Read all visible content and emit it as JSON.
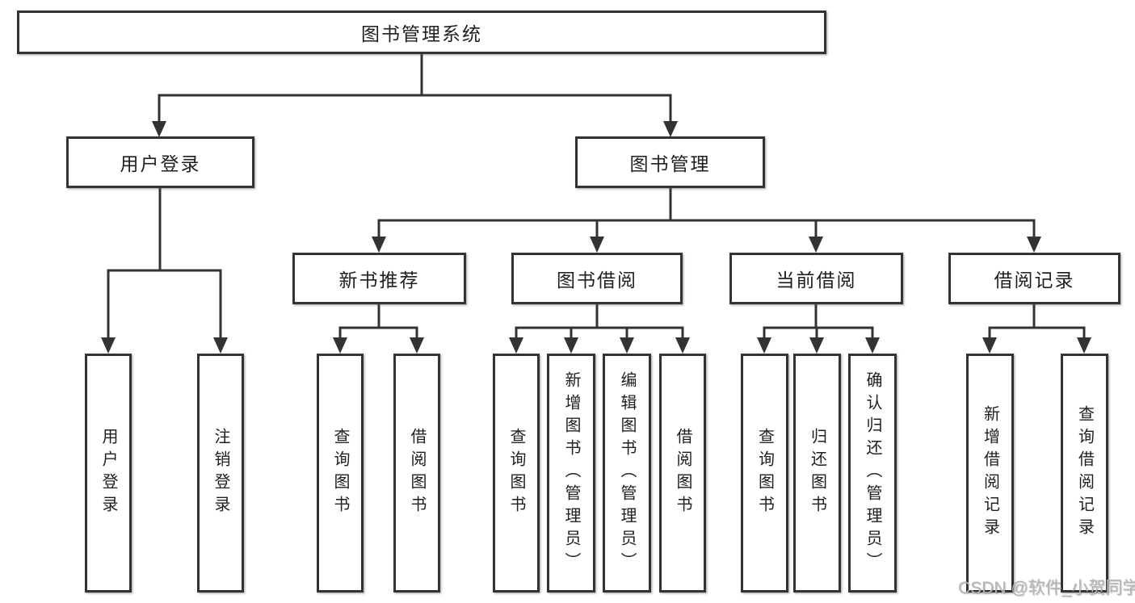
{
  "diagram": {
    "root": {
      "label": "图书管理系统"
    },
    "level2": [
      {
        "label": "用户登录",
        "children": [
          {
            "label": "用户登录"
          },
          {
            "label": "注销登录"
          }
        ]
      },
      {
        "label": "图书管理"
      }
    ],
    "level3": [
      {
        "label": "新书推荐",
        "children": [
          {
            "label": "查询图书"
          },
          {
            "label": "借阅图书"
          }
        ]
      },
      {
        "label": "图书借阅",
        "children": [
          {
            "label": "查询图书"
          },
          {
            "label": "新增图书（管理员）"
          },
          {
            "label": "编辑图书（管理员）"
          },
          {
            "label": "借阅图书"
          }
        ]
      },
      {
        "label": "当前借阅",
        "children": [
          {
            "label": "查询图书"
          },
          {
            "label": "归还图书"
          },
          {
            "label": "确认归还（管理员）"
          }
        ]
      },
      {
        "label": "借阅记录",
        "children": [
          {
            "label": "新增借阅记录"
          },
          {
            "label": "查询借阅记录"
          }
        ]
      }
    ]
  },
  "watermark": {
    "text": "CSDN @软件_小贺同学"
  },
  "colors": {
    "line": "#333333",
    "box_border": "#333333",
    "text": "#1f1f1f",
    "background": "#ffffff",
    "watermark": "#b5b5b5"
  }
}
